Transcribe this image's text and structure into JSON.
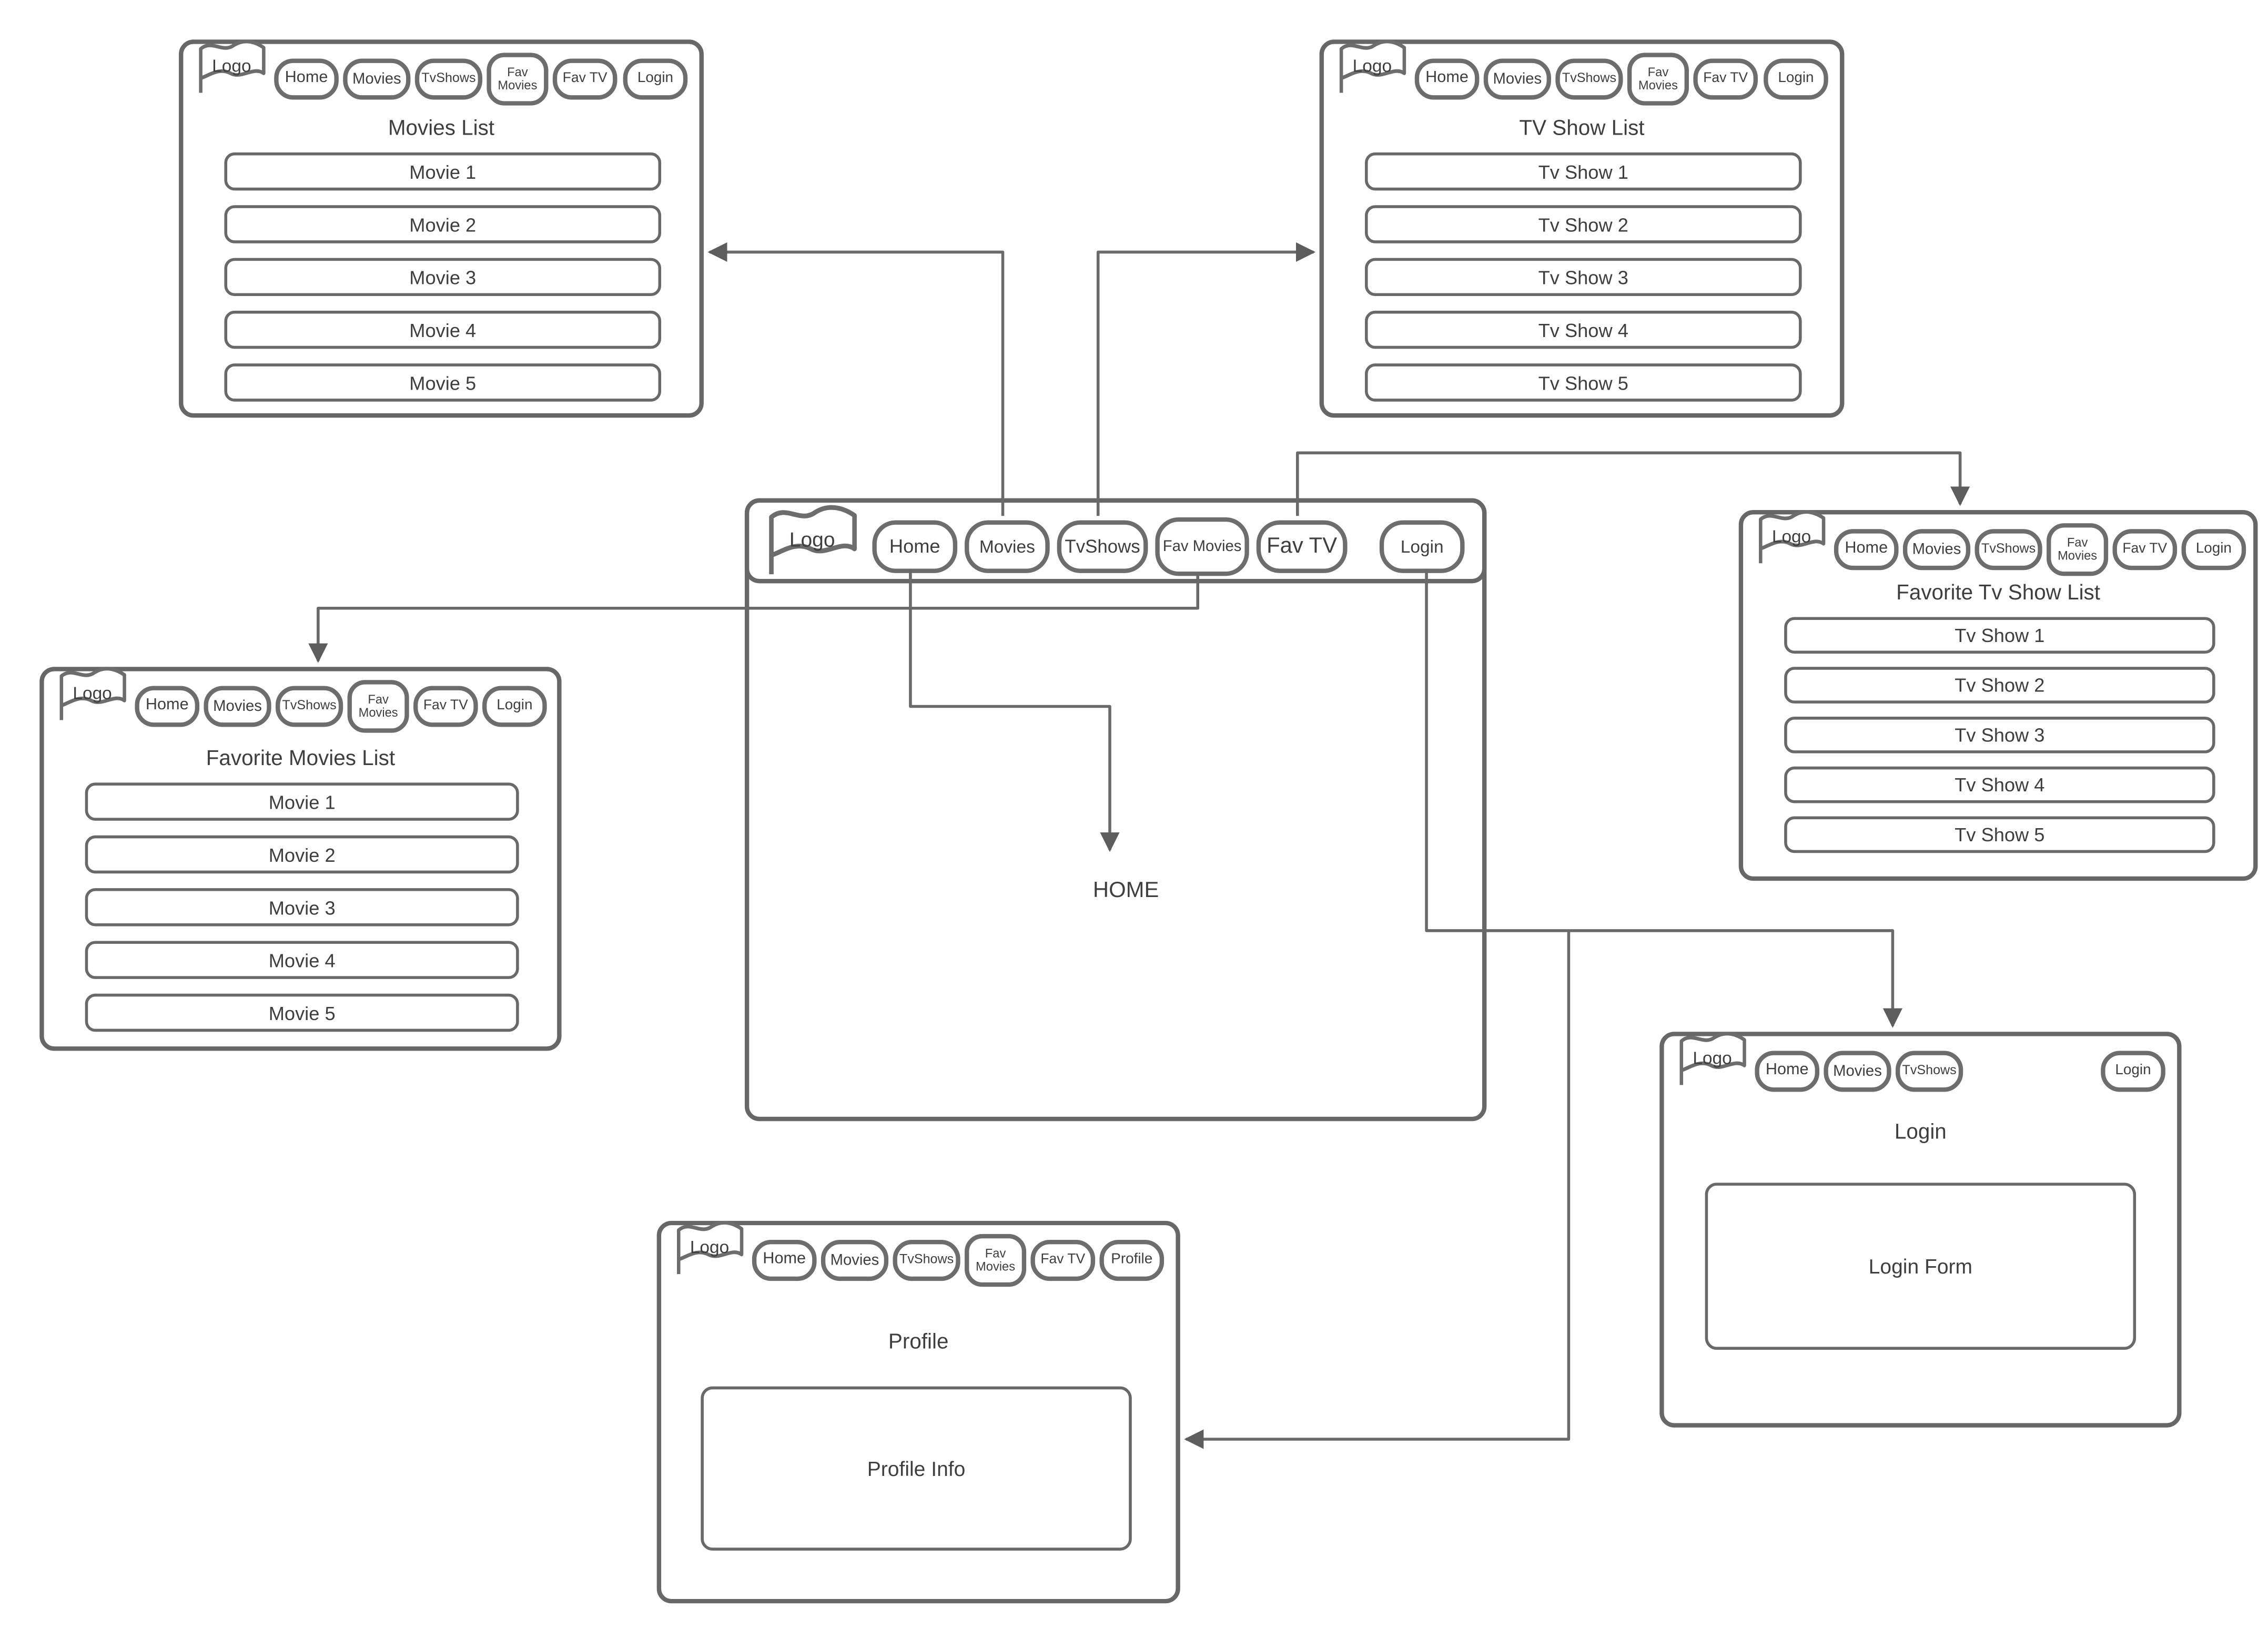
{
  "theme": {
    "line_color": "#676767",
    "text_color": "#3e3e3e",
    "background": "#ffffff"
  },
  "pages": {
    "movies_list": {
      "logo": "Logo",
      "nav": {
        "home": "Home",
        "movies": "Movies",
        "tvshows": "TvShows",
        "fav_movies": "Fav Movies",
        "fav_tv": "Fav TV",
        "login": "Login"
      },
      "title": "Movies List",
      "items": [
        "Movie 1",
        "Movie 2",
        "Movie 3",
        "Movie 4",
        "Movie 5"
      ]
    },
    "tv_show_list": {
      "logo": "Logo",
      "nav": {
        "home": "Home",
        "movies": "Movies",
        "tvshows": "TvShows",
        "fav_movies": "Fav Movies",
        "fav_tv": "Fav TV",
        "login": "Login"
      },
      "title": "TV Show List",
      "items": [
        "Tv Show 1",
        "Tv Show 2",
        "Tv Show 3",
        "Tv Show 4",
        "Tv Show 5"
      ]
    },
    "home": {
      "logo": "Logo",
      "nav": {
        "home": "Home",
        "movies": "Movies",
        "tvshows": "TvShows",
        "fav_movies": "Fav Movies",
        "fav_tv": "Fav TV",
        "login": "Login"
      },
      "content_label": "HOME"
    },
    "favorite_movies_list": {
      "logo": "Logo",
      "nav": {
        "home": "Home",
        "movies": "Movies",
        "tvshows": "TvShows",
        "fav_movies": "Fav Movies",
        "fav_tv": "Fav TV",
        "login": "Login"
      },
      "title": "Favorite Movies List",
      "items": [
        "Movie 1",
        "Movie 2",
        "Movie 3",
        "Movie 4",
        "Movie 5"
      ]
    },
    "favorite_tv_show_list": {
      "logo": "Logo",
      "nav": {
        "home": "Home",
        "movies": "Movies",
        "tvshows": "TvShows",
        "fav_movies": "Fav Movies",
        "fav_tv": "Fav TV",
        "login": "Login"
      },
      "title": "Favorite Tv Show List",
      "items": [
        "Tv Show 1",
        "Tv Show 2",
        "Tv Show 3",
        "Tv Show 4",
        "Tv Show 5"
      ]
    },
    "login": {
      "logo": "Logo",
      "nav": {
        "home": "Home",
        "movies": "Movies",
        "tvshows": "TvShows",
        "login": "Login"
      },
      "title": "Login",
      "form_label": "Login Form"
    },
    "profile": {
      "logo": "Logo",
      "nav": {
        "home": "Home",
        "movies": "Movies",
        "tvshows": "TvShows",
        "fav_movies": "Fav Movies",
        "fav_tv": "Fav TV",
        "profile": "Profile"
      },
      "title": "Profile",
      "info_label": "Profile Info"
    }
  }
}
